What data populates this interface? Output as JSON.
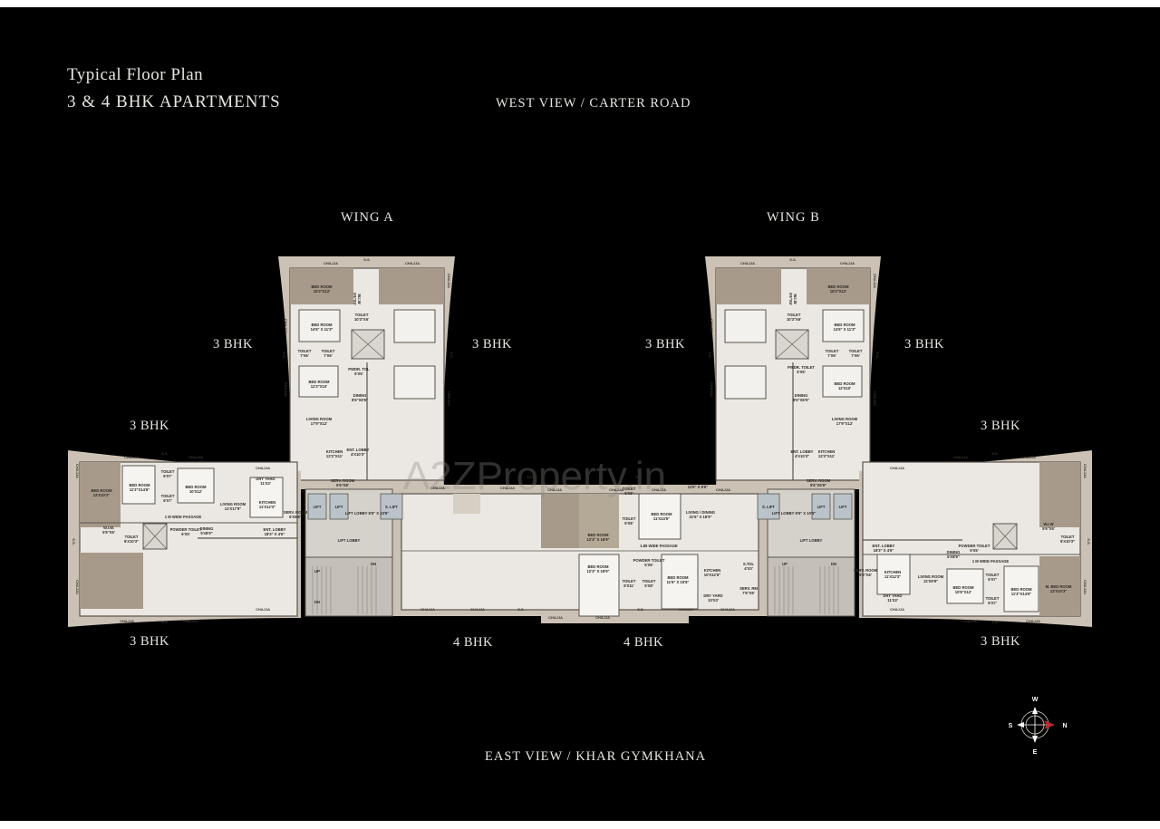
{
  "header": {
    "title": "Typical Floor Plan",
    "subtitle": "3 & 4 BHK APARTMENTS"
  },
  "views": {
    "west": "WEST VIEW / CARTER ROAD",
    "east": "EAST VIEW / KHAR GYMKHANA"
  },
  "wings": {
    "a": "WING A",
    "b": "WING B"
  },
  "units": {
    "a_left": "3 BHK",
    "a_right": "3 BHK",
    "b_left": "3 BHK",
    "b_right": "3 BHK",
    "left_top": "3 BHK",
    "left_bottom": "3 BHK",
    "right_top": "3 BHK",
    "right_bottom": "3 BHK",
    "center_left": "4 BHK",
    "center_right": "4 BHK"
  },
  "compass": {
    "north": "N",
    "south": "S",
    "east": "E",
    "west": "W",
    "needle_color": "#c0282d"
  },
  "watermark": "A2ZProperty.in",
  "plan": {
    "chajja": "CHAJJA",
    "shaft": "S.S.",
    "lift": "LIFT",
    "service_lift": "S. LIFT",
    "lift_lobby": "LIFT LOBBY",
    "lift_lobby_a": "LIFT LOBBY 8'6\" X 10'6\"",
    "lift_lobby_b": "LIFT LOBBY 8'6\" X 10'6\"",
    "up": "UP",
    "dn": "DN",
    "colors": {
      "background": "#000000",
      "chajja_fill": "#cbc2b5",
      "floor_fill": "#ebe8e3",
      "master_bed_fill": "#a89a8a",
      "wall": "#5a534c"
    },
    "rooms": [
      {
        "name": "BED ROOM",
        "size": "15'3\"X12'"
      },
      {
        "name": "W.I.W",
        "size": "5'6\"X5'"
      },
      {
        "name": "TOILET",
        "size": "10'3\"X6'"
      },
      {
        "name": "BED ROOM",
        "size": "14'6\" X 11'3\""
      },
      {
        "name": "TOILET",
        "size": "7'X6'"
      },
      {
        "name": "TOILET",
        "size": "7'X6'"
      },
      {
        "name": "BED ROOM",
        "size": "12'3\"X10'"
      },
      {
        "name": "PWDR. TOL",
        "size": "6'X5'"
      },
      {
        "name": "DINING",
        "size": "8'6\"X8'5\""
      },
      {
        "name": "LIVING ROOM",
        "size": "17'9\"X12'"
      },
      {
        "name": "KITCHEN",
        "size": "12'3\"X11'"
      },
      {
        "name": "ENT. LOBBY",
        "size": "4'X10'3\""
      },
      {
        "name": "SERV. ROOM",
        "size": "6'6\"X8'"
      },
      {
        "name": "BED ROOM",
        "size": "16'3\"X12'"
      },
      {
        "name": "W.I.W",
        "size": "5'6\"X5'"
      },
      {
        "name": "TOILET",
        "size": "10'3\"X6'"
      },
      {
        "name": "BED ROOM",
        "size": "14'6\" X 11'3\""
      },
      {
        "name": "TOILET",
        "size": "7'X6'"
      },
      {
        "name": "TOILET",
        "size": "7'X6'"
      },
      {
        "name": "BED ROOM",
        "size": "12'X10'"
      },
      {
        "name": "PWDR. TOILET",
        "size": "5'X5'"
      },
      {
        "name": "DINING",
        "size": "8'6\"X8'5\""
      },
      {
        "name": "LIVING ROOM",
        "size": "17'9\"X12'"
      },
      {
        "name": "KITCHEN",
        "size": "12'3\"X11'"
      },
      {
        "name": "ENT. LOBBY",
        "size": "4'X10'3\""
      },
      {
        "name": "SERV. ROOM",
        "size": "5'6\"X5'6\""
      },
      {
        "name": "BED ROOM",
        "size": "12'X10'3\""
      },
      {
        "name": "BED ROOM",
        "size": "11'3\"X14'6\""
      },
      {
        "name": "TOILET",
        "size": "6'X7'"
      },
      {
        "name": "TOILET",
        "size": "6'X7'"
      },
      {
        "name": "BED ROOM",
        "size": "10'X12'"
      },
      {
        "name": "LIVING ROOM",
        "size": "12'X17'9\""
      },
      {
        "name": "DRY YARD",
        "size": "11'X3'"
      },
      {
        "name": "KITCHEN",
        "size": "11'X12'3\""
      },
      {
        "name": "SERV. ROOM",
        "size": "6'X5'6\""
      },
      {
        "name": "1 M WIDE PASSAGE",
        "size": ""
      },
      {
        "name": "W.I.W.",
        "size": "5'5\"X5'"
      },
      {
        "name": "TOILET",
        "size": "6'X10'3\""
      },
      {
        "name": "POWDER TOILET",
        "size": "6'X5'"
      },
      {
        "name": "DINING",
        "size": "5'x8'9\""
      },
      {
        "name": "ENT. LOBBY",
        "size": "18'3\" X 4'6\""
      },
      {
        "name": "BED ROOM",
        "size": "12'3\" X 18'9\""
      },
      {
        "name": "BED ROOM",
        "size": "12'3\" X 18'9\""
      },
      {
        "name": "TOILET",
        "size": "6'X6'"
      },
      {
        "name": "TOILET",
        "size": "6'X8'"
      },
      {
        "name": "BED ROOM",
        "size": "11'X14'6\""
      },
      {
        "name": "LIVING / DINING",
        "size": "21'6\" X 18'9\""
      },
      {
        "name": "",
        "size": "11'6\" X 8'6\""
      },
      {
        "name": "1.85 WIDE PASSAGE",
        "size": ""
      },
      {
        "name": "POWDER TOILET",
        "size": "5'X6'"
      },
      {
        "name": "TOILET",
        "size": "6'X11'"
      },
      {
        "name": "TOILET",
        "size": "5'X8'"
      },
      {
        "name": "BED ROOM",
        "size": "11'6\" X 15'6\""
      },
      {
        "name": "KITCHEN",
        "size": "10'X12'6\""
      },
      {
        "name": "DRY YARD",
        "size": "10'X3'"
      },
      {
        "name": "S.TOL",
        "size": "4'X3'"
      },
      {
        "name": "SERV. RM",
        "size": "7'6\"X6'"
      },
      {
        "name": "W.I.W",
        "size": "5'6\"X5'"
      },
      {
        "name": "TOILET",
        "size": "6'X10'3\""
      },
      {
        "name": "LIVING ROOM",
        "size": "12'X9'9\""
      },
      {
        "name": "KITCHEN",
        "size": "11'X12'3\""
      },
      {
        "name": "DRY YARD",
        "size": "11'X3'"
      },
      {
        "name": "DINING",
        "size": "5'X8'9\""
      },
      {
        "name": "POWDER TOILET",
        "size": "5'X5'"
      },
      {
        "name": "ENT. LOBBY",
        "size": "18'3\" X 4'6\""
      },
      {
        "name": "SERV. ROOM",
        "size": "5'6\"X6'"
      },
      {
        "name": "1 M WIDE PASSAGE",
        "size": ""
      },
      {
        "name": "BED ROOM",
        "size": "10'6\"X12'"
      },
      {
        "name": "TOILET",
        "size": "6'X7'"
      },
      {
        "name": "TOILET",
        "size": "6'X7'"
      },
      {
        "name": "BED ROOM",
        "size": "11'3\"X14'6\""
      },
      {
        "name": "M. BED ROOM",
        "size": "12'X10'3\""
      }
    ]
  }
}
